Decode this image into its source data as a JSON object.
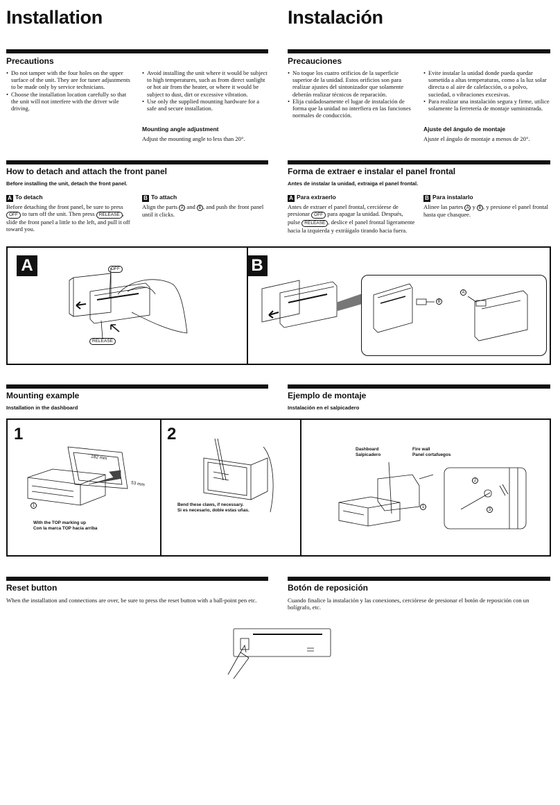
{
  "en": {
    "title": "Installation",
    "precautions": {
      "heading": "Precautions",
      "bullets_left": [
        "Do not tamper with the four holes on the upper surface of the unit. They are for tuner adjustments to be made only by service technicians.",
        "Choose the installation location carefully so that the unit will not interfere with the driver wile driving."
      ],
      "bullets_right": [
        "Avoid installing the unit where it would be subject to high temperatures, such as from direct sunlight or hot air from the heater, or where it would be subject to dust, dirt or excessive vibration.",
        "Use only the supplied mounting hardware for a safe and secure installation."
      ],
      "angle_heading": "Mounting angle adjustment",
      "angle_text": "Adjust the mounting angle to less than 20°."
    },
    "panel": {
      "heading": "How to detach and attach the front panel",
      "sub": "Before installing the unit, detach the front panel.",
      "detach_letter": "A",
      "detach_heading": "To detach",
      "detach_text_1": "Before detaching the front panel, be sure to press",
      "off": "OFF",
      "detach_text_2": "to turn off the unit. Then press",
      "release": "RELEASE",
      "detach_text_3": ", slide the front panel a little to the left, and pull it off toward you.",
      "attach_letter": "B",
      "attach_heading": "To attach",
      "attach_text_1": "Align the parts",
      "attach_a": "A",
      "attach_and": "and",
      "attach_b": "B",
      "attach_text_2": ", and push the front panel until it clicks."
    },
    "mounting": {
      "heading": "Mounting example",
      "sub": "Installation in the dashboard"
    },
    "reset": {
      "heading": "Reset button",
      "text": "When the installation and connections are over, be sure to press the reset button with a ball-point pen etc."
    }
  },
  "es": {
    "title": "Instalación",
    "precautions": {
      "heading": "Precauciones",
      "bullets_left": [
        "No toque los cuatro orificios de la superficie superior de la unidad. Estos orificios son para realizar ajustes del sintonizador que solamente deberán realizar técnicos de reparación.",
        "Elija cuidadosamente el lugar de instalación de forma que la unidad no interfiera en las funciones normales de conducción."
      ],
      "bullets_right": [
        "Evite instalar la unidad donde pueda quedar sometida a altas temperaturas, como a la luz solar directa o al aire de calefacción, o a polvo, suciedad, o vibraciones excesivas.",
        "Para realizar una instalación segura y firme, utilice solamente la ferretería de montaje suministrada."
      ],
      "angle_heading": "Ajuste del ángulo de montaje",
      "angle_text": "Ajuste el ángulo de montaje a menos de 20°."
    },
    "panel": {
      "heading": "Forma de extraer e instalar el panel frontal",
      "sub": "Antes de instalar la unidad, extraiga el panel frontal.",
      "detach_letter": "A",
      "detach_heading": "Para extraerlo",
      "detach_text_1": "Antes de extraer el panel frontal, cerciórese de presionar",
      "off": "OFF",
      "detach_text_2": "para apagar la unidad. Después, pulse",
      "release": "RELEASE",
      "detach_text_3": ", deslice el panel frontal ligeramente hacia la izquierda y extráigalo tirando hacia fuera.",
      "attach_letter": "B",
      "attach_heading": "Para instalarlo",
      "attach_text_1": "Alinee las partes",
      "attach_a": "A",
      "attach_and": "y",
      "attach_b": "B",
      "attach_text_2": ", y presione el panel frontal hasta que chasquee."
    },
    "mounting": {
      "heading": "Ejemplo de montaje",
      "sub": "Instalación en el salpicadero"
    },
    "reset": {
      "heading": "Botón de reposición",
      "text": "Cuando finalice la instalación y las conexiones, cerciórese de presionar el botón de reposición con un bolígrafo, etc."
    }
  },
  "figures": {
    "panel_a_letter": "A",
    "panel_b_letter": "B",
    "off_label": "OFF",
    "release_label": "RELEASE",
    "part_a": "A",
    "part_b": "B",
    "step1_num": "1",
    "step2_num": "2",
    "dim_180": "182 mm",
    "dim_53": "53 mm",
    "circ_1": "1",
    "circ_2": "2",
    "circ_3": "3",
    "top_caption_en": "With the TOP marking up",
    "top_caption_es": "Con la marca TOP hacia arriba",
    "claws_caption_en": "Bend these claws, if necessary.",
    "claws_caption_es": "Si es necesario, doble estas uñas.",
    "dashboard_en": "Dashboard",
    "dashboard_es": "Salpicadero",
    "firewall_en": "Fire wall",
    "firewall_es": "Panel cortafuegos"
  }
}
